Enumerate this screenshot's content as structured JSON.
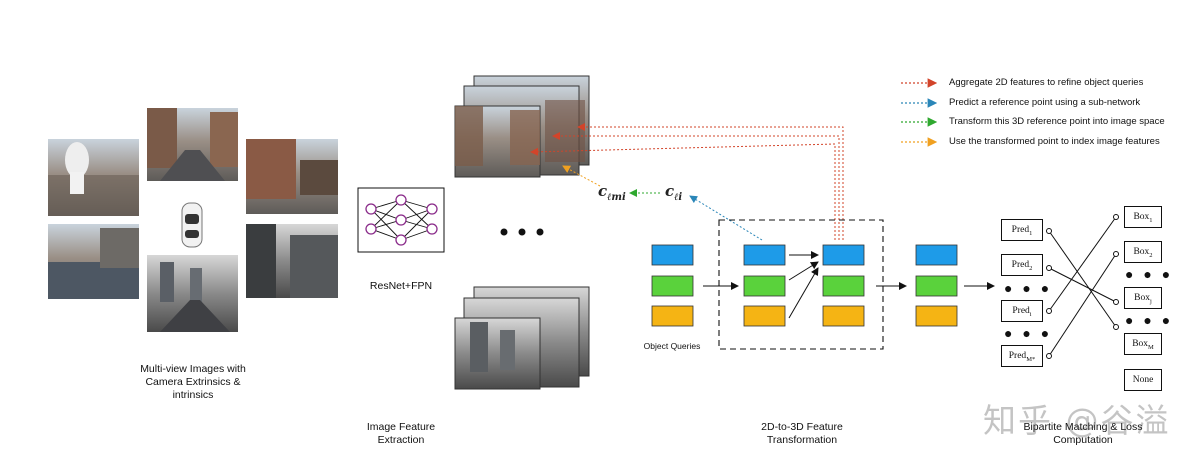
{
  "legend": [
    {
      "text": "Aggregate 2D features to refine object queries",
      "color": "#d2442a"
    },
    {
      "text": "Predict a reference point using a sub-network",
      "color": "#2a86b8"
    },
    {
      "text": "Transform this 3D reference point into image space",
      "color": "#2fa82f"
    },
    {
      "text": "Use the transformed point to index image features",
      "color": "#f0a020"
    }
  ],
  "captions": {
    "multiview": "Multi-view Images with Camera Extrinsics & intrinsics",
    "backbone": "ResNet+FPN",
    "feature_extraction": "Image Feature Extraction",
    "object_queries": "Object Queries",
    "transformation": "2D-to-3D Feature Transformation",
    "matching": "Bipartite Matching & Loss Computation"
  },
  "math": {
    "c_lmi": {
      "base": "c",
      "sub": "ℓmi"
    },
    "c_li": {
      "base": "c",
      "sub": "ℓi"
    }
  },
  "preds": [
    {
      "base": "Pred",
      "sub": "1"
    },
    {
      "base": "Pred",
      "sub": "2"
    },
    {
      "base": "Pred",
      "sub": "i"
    },
    {
      "base": "Pred",
      "sub": "M*"
    }
  ],
  "boxes": [
    {
      "base": "Box",
      "sub": "1"
    },
    {
      "base": "Box",
      "sub": "2"
    },
    {
      "base": "Box",
      "sub": "j"
    },
    {
      "base": "Box",
      "sub": "M"
    },
    {
      "base": "None",
      "sub": ""
    }
  ],
  "ellipsis": "● ● ●",
  "watermark": "知乎 @谷溢",
  "colors": {
    "query_blue": "#1e9be8",
    "query_green": "#5ad23c",
    "query_yellow": "#f5b414"
  }
}
